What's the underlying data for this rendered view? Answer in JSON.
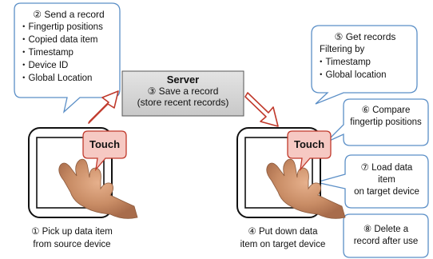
{
  "send_bubble": {
    "title": "② Send a record",
    "items": [
      "・Fingertip positions",
      "・Copied data item",
      "・Timestamp",
      "・Device ID",
      "・Global Location"
    ]
  },
  "server": {
    "name": "Server",
    "line1": "③ Save a record",
    "line2": "(store recent records)"
  },
  "get_bubble": {
    "title": "⑤ Get records",
    "subtitle": "Filtering by",
    "items": [
      "・Timestamp",
      "・Global location"
    ]
  },
  "compare_bubble": {
    "line1": "⑥ Compare",
    "line2": "fingertip positions"
  },
  "load_bubble": {
    "line1": "⑦ Load data",
    "line2": "item",
    "line3": "on target device"
  },
  "delete_bubble": {
    "line1": "⑧ Delete a",
    "line2": "record after use"
  },
  "touch_label": "Touch",
  "left_caption": {
    "line1": "① Pick up data item",
    "line2": "from source device"
  },
  "right_caption": {
    "line1": "④ Put down data",
    "line2": "item on target device"
  },
  "colors": {
    "bubble_border": "#5b8fc7",
    "arrow": "#c0392b",
    "touch_fill": "#f6c9c3",
    "touch_border": "#c0392b",
    "server_fill": "#d9d9d9"
  }
}
